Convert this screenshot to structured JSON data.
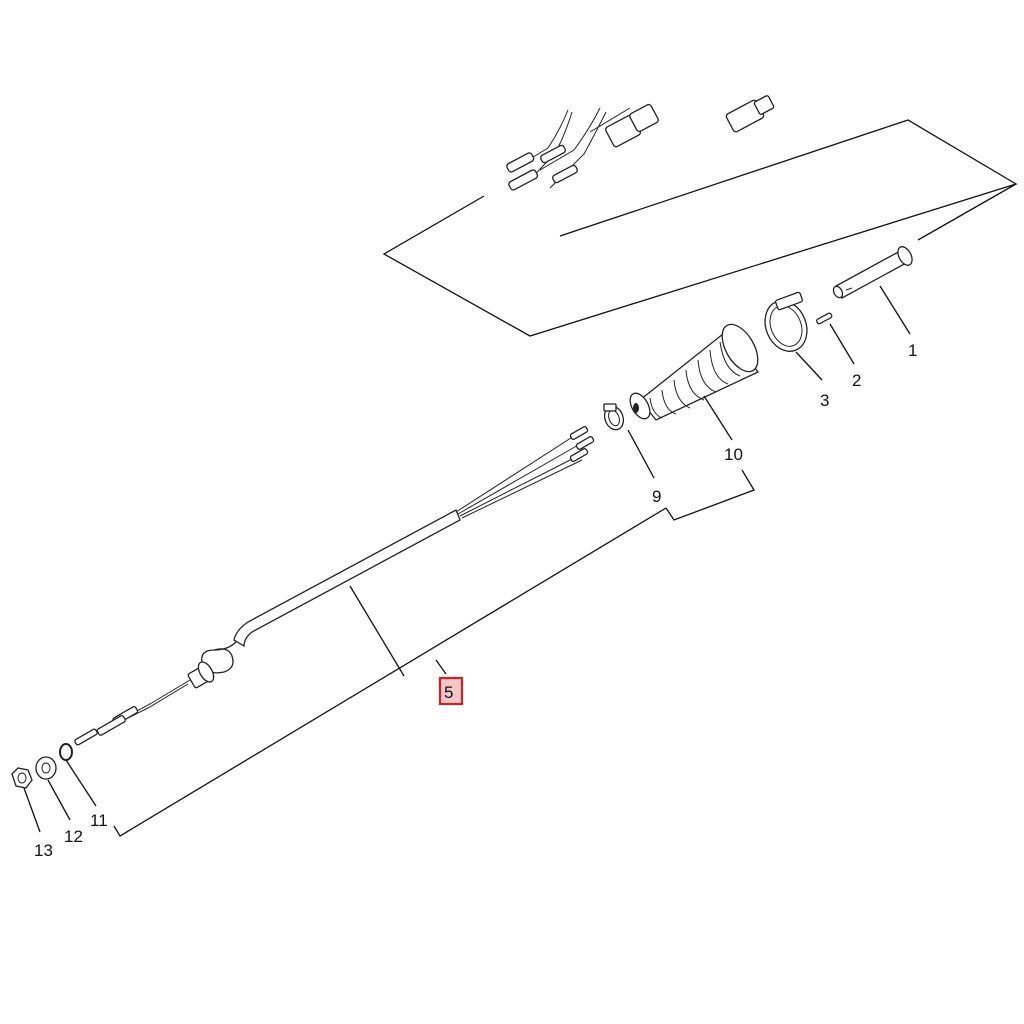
{
  "diagram": {
    "callouts": {
      "c1": "1",
      "c2": "2",
      "c3": "3",
      "c9": "9",
      "c10": "10",
      "c11": "11",
      "c12": "12",
      "c13": "13",
      "c5": "5"
    },
    "highlight_color": "#d42020"
  }
}
